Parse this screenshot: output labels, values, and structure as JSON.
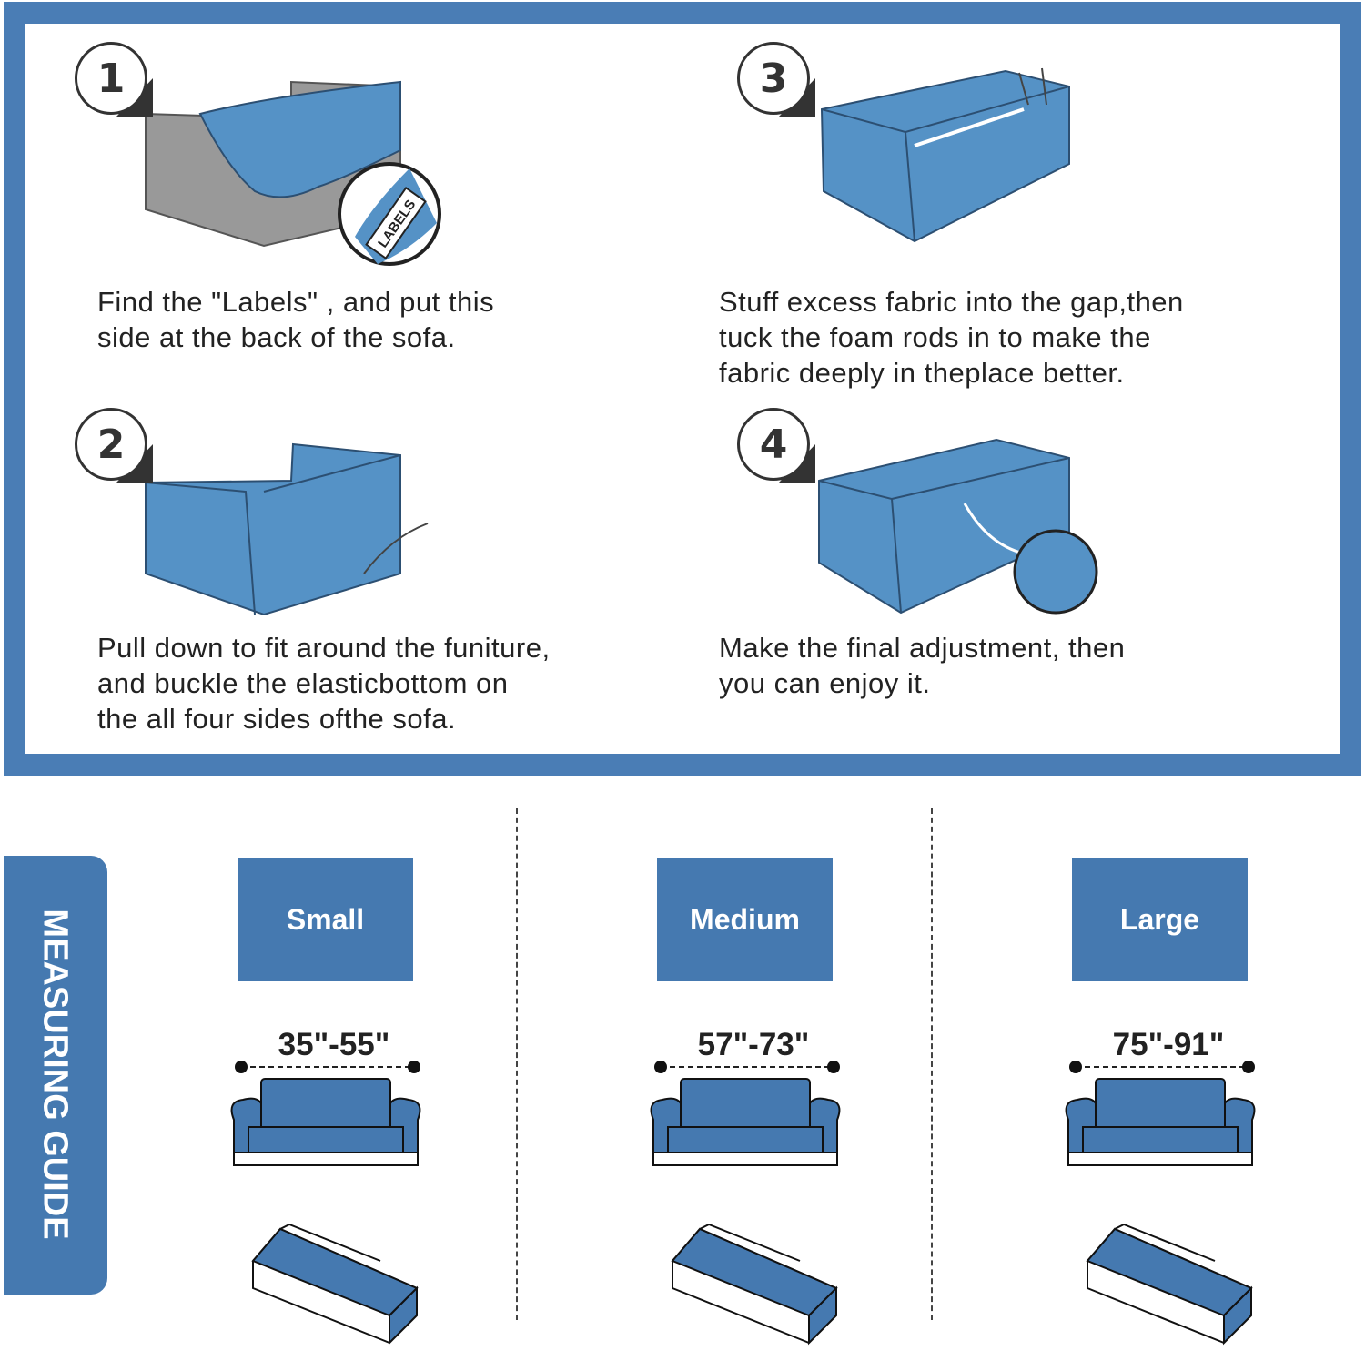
{
  "steps": [
    {
      "number": "1",
      "text_lines": [
        "Find the \"Labels\" , and put this",
        "side at the back of the sofa."
      ],
      "tag": "LABELS"
    },
    {
      "number": "2",
      "text_lines": [
        "Pull down to fit around the funiture,",
        "and buckle the elasticbottom on",
        "the all four sides ofthe sofa."
      ]
    },
    {
      "number": "3",
      "text_lines": [
        "Stuff excess fabric into the gap,then",
        "tuck the foam rods in to make the",
        "fabric deeply in theplace better."
      ]
    },
    {
      "number": "4",
      "text_lines": [
        "Make the final adjustment, then",
        "you can enjoy it."
      ]
    }
  ],
  "guide": {
    "title": "MEASURING GUIDE",
    "sizes": [
      {
        "label": "Small",
        "range": "35\"-55\""
      },
      {
        "label": "Medium",
        "range": "57\"-73\""
      },
      {
        "label": "Large",
        "range": "75\"-91\""
      }
    ]
  },
  "colors": {
    "brand_blue": "#4579b0",
    "frame_blue": "#4a7db5",
    "sofa_blue": "#5592c6"
  }
}
